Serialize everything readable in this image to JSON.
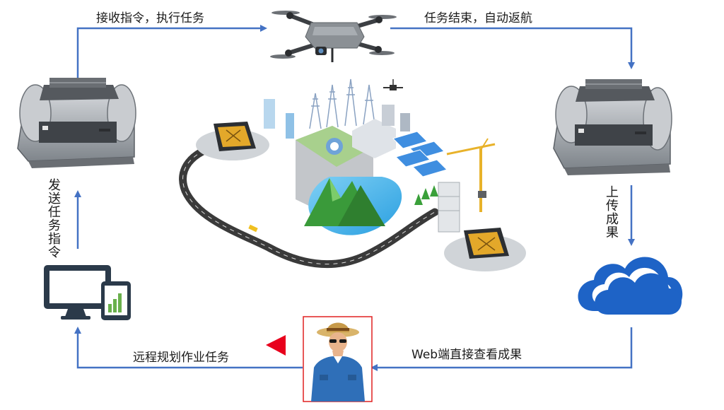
{
  "flow_labels": {
    "dispatch_to_drone": "接收指令，执行任务",
    "drone_to_dock": "任务结束，自动返航",
    "send_task": "发送任务指令",
    "upload_results": "上传成果",
    "remote_planning": "远程规划作业任务",
    "web_view": "Web端直接查看成果"
  },
  "colors": {
    "arrow": "#4472C4",
    "red_marker": "#E8001C",
    "cloud": "#1E63C6",
    "monitor": "#2B3A4A",
    "dock_body": "#9EA3A8",
    "road": "#3A3A3A"
  },
  "icons": [
    "drone-icon",
    "dock-station-icon",
    "computer-tablet-icon",
    "cloud-icon",
    "person-icon",
    "smart-city-illustration"
  ]
}
